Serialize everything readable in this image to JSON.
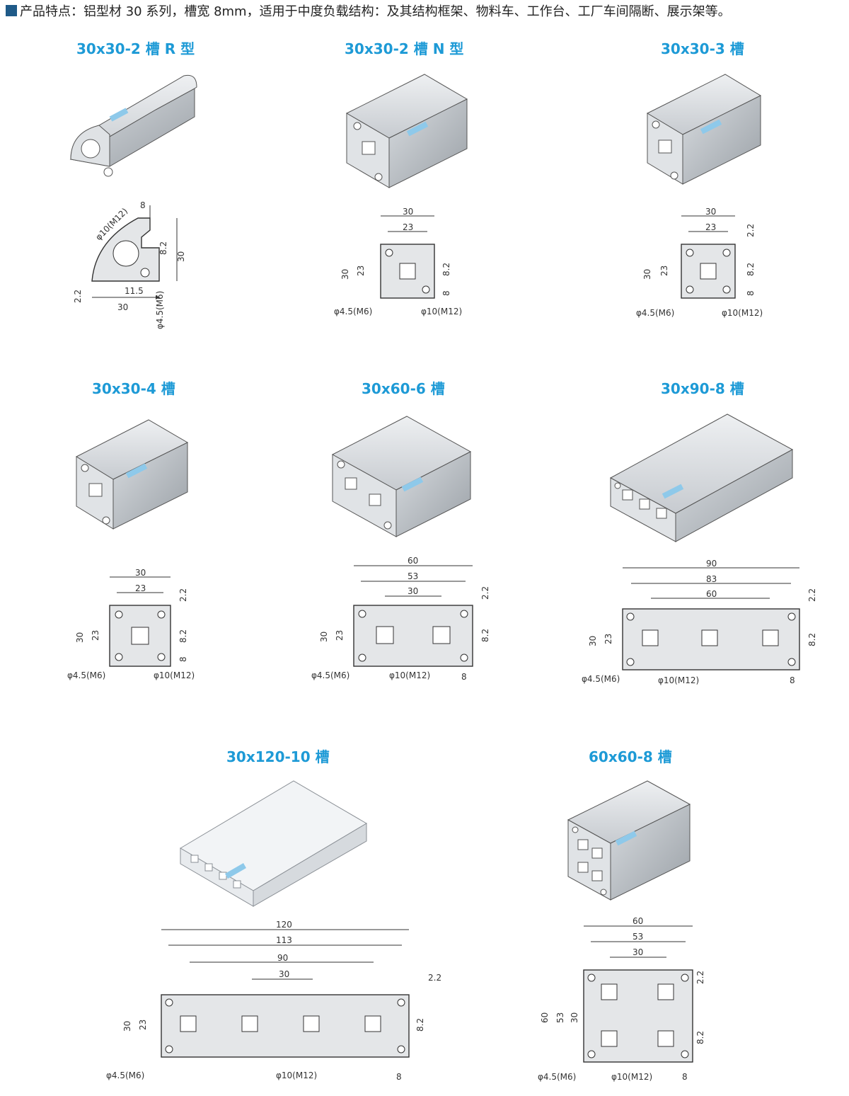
{
  "header": {
    "text": "产品特点：铝型材 30 系列，槽宽 8mm，适用于中度负载结构：及其结构框架、物料车、工作台、工厂车间隔断、展示架等。",
    "accent": "#1f5a88"
  },
  "brand_color": "#1d9ad6",
  "profiles": [
    {
      "title": "30x30-2 槽 R 型",
      "dims": {
        "top": "8",
        "diag": "φ10(M12)",
        "slot": "8.2",
        "height": "30",
        "inner": "11.5",
        "edge": "2.2",
        "width": "30",
        "hole": "φ4.5(M6)"
      }
    },
    {
      "title": "30x30-2 槽 N 型",
      "dims": {
        "w": "30",
        "inner": "23",
        "h": "30",
        "h2": "23",
        "slot": "8.2",
        "open": "8",
        "hole": "φ4.5(M6)",
        "center": "φ10(M12)"
      }
    },
    {
      "title": "30x30-3 槽",
      "dims": {
        "w": "30",
        "inner": "23",
        "edge": "2.2",
        "h": "30",
        "h2": "23",
        "slot": "8.2",
        "open": "8",
        "hole": "φ4.5(M6)",
        "center": "φ10(M12)"
      }
    },
    {
      "title": "30x30-4 槽",
      "dims": {
        "w": "30",
        "inner": "23",
        "edge": "2.2",
        "h": "30",
        "h2": "23",
        "slot": "8.2",
        "open": "8",
        "hole": "φ4.5(M6)",
        "center": "φ10(M12)"
      }
    },
    {
      "title": "30x60-6 槽",
      "dims": {
        "w": "60",
        "inner": "53",
        "pitch": "30",
        "edge": "2.2",
        "h": "30",
        "h2": "23",
        "slot": "8.2",
        "open": "8",
        "hole": "φ4.5(M6)",
        "center": "φ10(M12)"
      }
    },
    {
      "title": "30x90-8 槽",
      "dims": {
        "w": "90",
        "inner": "83",
        "pitch": "60",
        "edge": "2.2",
        "h": "30",
        "h2": "23",
        "slot": "8.2",
        "open": "8",
        "hole": "φ4.5(M6)",
        "center": "φ10(M12)"
      }
    },
    {
      "title": "30x120-10 槽",
      "dims": {
        "w": "120",
        "inner": "113",
        "pitch2": "90",
        "pitch": "30",
        "edge": "2.2",
        "h": "30",
        "h2": "23",
        "slot": "8.2",
        "open": "8",
        "hole": "φ4.5(M6)",
        "center": "φ10(M12)"
      }
    },
    {
      "title": "60x60-8 槽",
      "dims": {
        "w": "60",
        "inner": "53",
        "pitch": "30",
        "edge": "2.2",
        "h": "60",
        "h2": "53",
        "h3": "30",
        "slot": "8.2",
        "open": "8",
        "hole": "φ4.5(M6)",
        "center": "φ10(M12)"
      }
    }
  ]
}
